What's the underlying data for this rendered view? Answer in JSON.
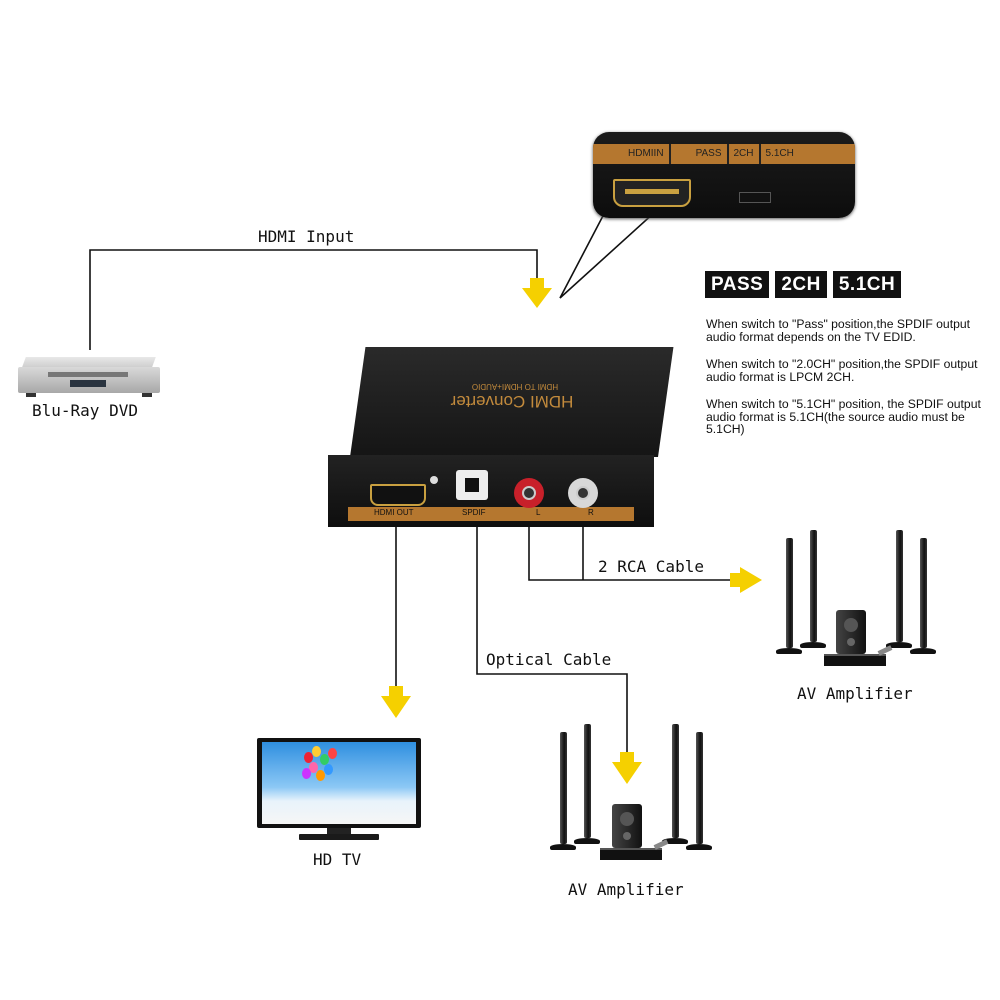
{
  "labels": {
    "hdmi_input": "HDMI Input",
    "blu_ray": "Blu-Ray DVD",
    "rca_cable": "2 RCA Cable",
    "optical_cable": "Optical Cable",
    "av_amplifier_right": "AV Amplifier",
    "av_amplifier_bottom": "AV Amplifier",
    "hd_tv": "HD TV"
  },
  "switch_modes": [
    "PASS",
    "2CH",
    "5.1CH"
  ],
  "notes": [
    "When switch to \"Pass\" position,the SPDIF output audio format depends on the TV EDID.",
    "When switch to \"2.0CH\" position,the SPDIF output audio format is LPCM 2CH.",
    "When switch to \"5.1CH\" position, the SPDIF output audio format is 5.1CH(the source audio must be 5.1CH)"
  ],
  "zoom_panel": {
    "labels": [
      "HDMIIN",
      "PASS",
      "2CH",
      "5.1CH"
    ]
  },
  "device": {
    "title": "HDMI Converter",
    "subtitle": "HDMI TO HDMI+AUDIO",
    "port_labels": {
      "hdmi_out": "HDMI OUT",
      "spdif": "SPDIF",
      "left": "L",
      "right": "R"
    }
  },
  "colors": {
    "arrow": "#f5d000",
    "accent": "#b5772f",
    "wire": "#111111",
    "rca_red": "#c8202a",
    "rca_white": "#d8d8d8"
  }
}
